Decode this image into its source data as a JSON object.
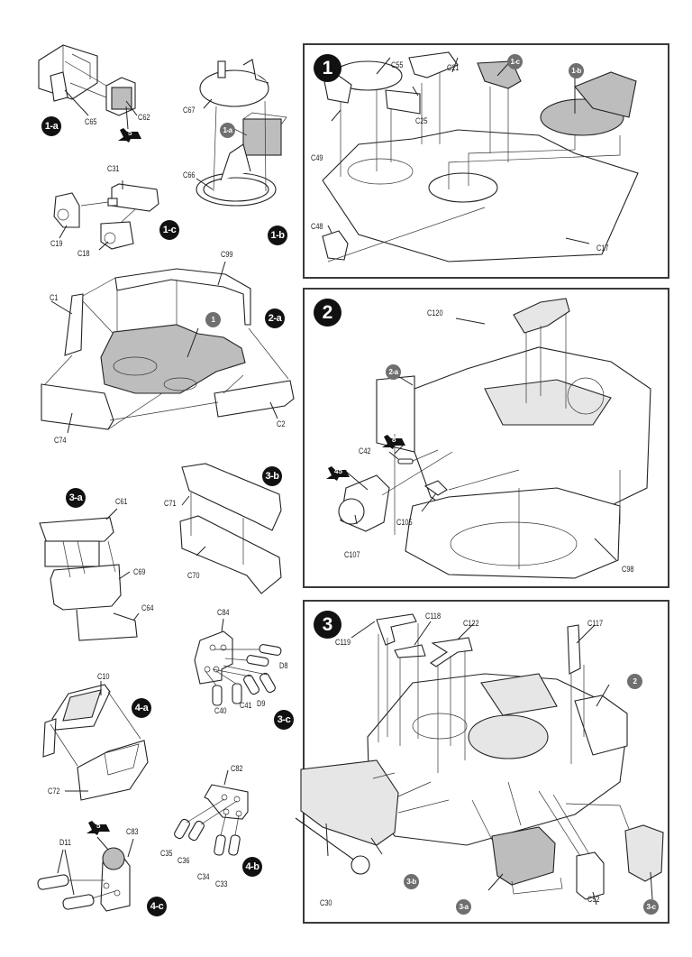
{
  "document": {
    "type": "model kit assembly instructions",
    "colors": {
      "badge_primary": "#111111",
      "badge_reference": "#6f6f6f",
      "part_shaded": "#bdbdbd",
      "panel_border": "#3a3a3a"
    }
  },
  "subassemblies": {
    "s1a": {
      "badge": "1-a",
      "parts": [
        "C65",
        "C62"
      ],
      "paint_ref": "5"
    },
    "s1b": {
      "badge": "1-b",
      "parts": [
        "C67",
        "C66"
      ],
      "ref_badge": "1-a"
    },
    "s1c": {
      "badge": "1-c",
      "parts": [
        "C31",
        "C19",
        "C18"
      ]
    },
    "s2a": {
      "badge": "2-a",
      "parts": [
        "C99",
        "C1",
        "C2",
        "C74"
      ],
      "ref_badge": "1"
    },
    "s3a": {
      "badge": "3-a",
      "parts": [
        "C61",
        "C69",
        "C64"
      ]
    },
    "s3b": {
      "badge": "3-b",
      "parts": [
        "C71",
        "C70"
      ]
    },
    "s3c": {
      "badge": "3-c",
      "parts": [
        "C84",
        "D8",
        "D9",
        "C40",
        "C41"
      ]
    },
    "s4a": {
      "badge": "4-a",
      "parts": [
        "C10",
        "C72"
      ]
    },
    "s4b": {
      "badge": "4-b",
      "parts": [
        "C82",
        "C35",
        "C36",
        "C34",
        "C33"
      ]
    },
    "s4c": {
      "badge": "4-c",
      "parts": [
        "D11",
        "C83"
      ],
      "paint_ref": "5"
    }
  },
  "steps": [
    {
      "number": "1",
      "parts": [
        "C55",
        "C21",
        "C25",
        "C49",
        "C48",
        "C17"
      ],
      "ref_badges": [
        "1-c",
        "1-b"
      ]
    },
    {
      "number": "2",
      "parts": [
        "C120",
        "C42",
        "C107",
        "C105",
        "C98"
      ],
      "ref_badges": [
        "2-a"
      ],
      "paint_refs": [
        "8",
        "45"
      ]
    },
    {
      "number": "3",
      "parts": [
        "C119",
        "C118",
        "C122",
        "C117",
        "C30",
        "C52"
      ],
      "ref_badges": [
        "2",
        "3-b",
        "3-a",
        "3-c"
      ]
    }
  ]
}
